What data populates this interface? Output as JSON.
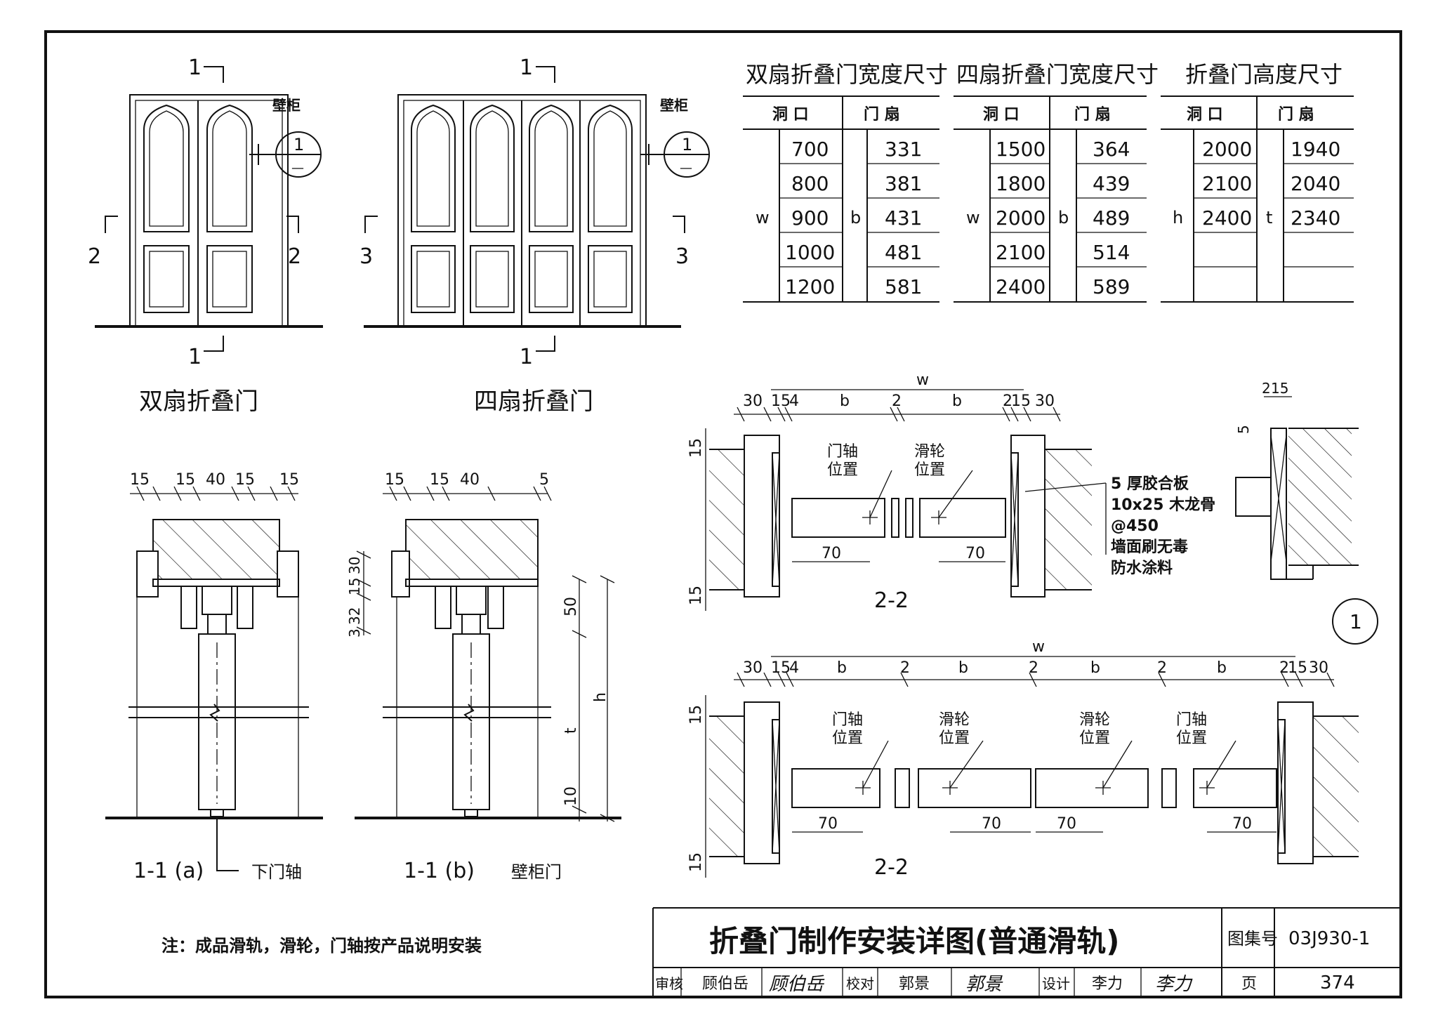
{
  "elevations": {
    "left": {
      "title": "双扇折叠门",
      "cabinet_label": "壁柜",
      "section_mark_top": "1",
      "section_mark_bottom": "1",
      "section_side_left": "2",
      "section_side_right": "2",
      "detail_ref_top": "1",
      "detail_ref_bottom": "—"
    },
    "right": {
      "title": "四扇折叠门",
      "cabinet_label": "壁柜",
      "section_mark_top": "1",
      "section_mark_bottom": "1",
      "section_side_left": "3",
      "section_side_right": "3",
      "detail_ref_top": "1",
      "detail_ref_bottom": "—"
    }
  },
  "tables": [
    {
      "title": "双扇折叠门宽度尺寸",
      "col_a": "洞 口",
      "col_b": "门 扇",
      "sym_a": "w",
      "sym_b": "b",
      "rows": [
        [
          "700",
          "331"
        ],
        [
          "800",
          "381"
        ],
        [
          "900",
          "431"
        ],
        [
          "1000",
          "481"
        ],
        [
          "1200",
          "581"
        ]
      ]
    },
    {
      "title": "四扇折叠门宽度尺寸",
      "col_a": "洞 口",
      "col_b": "门 扇",
      "sym_a": "w",
      "sym_b": "b",
      "rows": [
        [
          "1500",
          "364"
        ],
        [
          "1800",
          "439"
        ],
        [
          "2000",
          "489"
        ],
        [
          "2100",
          "514"
        ],
        [
          "2400",
          "589"
        ]
      ]
    },
    {
      "title": "折叠门高度尺寸",
      "col_a": "洞 口",
      "col_b": "门 扇",
      "sym_a": "h",
      "sym_b": "t",
      "rows": [
        [
          "2000",
          "1940"
        ],
        [
          "2100",
          "2040"
        ],
        [
          "2400",
          "2340"
        ],
        [
          "",
          ""
        ],
        [
          "",
          ""
        ]
      ]
    }
  ],
  "section_a": {
    "caption": "1-1 (a)",
    "pivot_label": "下门轴",
    "dims_top": [
      "15",
      "15",
      "40",
      "15",
      "15"
    ]
  },
  "section_b": {
    "caption": "1-1 (b)",
    "door_label": "壁柜门",
    "dims_top": [
      "15",
      "15",
      "40",
      "5"
    ],
    "dims_side": [
      "30",
      "15",
      "32",
      "3"
    ],
    "dims_right": [
      "50",
      "h",
      "t",
      "10"
    ]
  },
  "plan_two": {
    "caption": "2-2",
    "w": "w",
    "dims": [
      "30",
      "15",
      "4",
      "b",
      "2",
      "b",
      "2",
      "15",
      "30"
    ],
    "side_dims": [
      "15",
      "15"
    ],
    "pivot_label": [
      "门轴",
      "位置"
    ],
    "roller_label": [
      "滑轮",
      "位置"
    ],
    "offsets": [
      "70",
      "70"
    ],
    "notes": [
      "5 厚胶合板",
      "10x25 木龙骨",
      "@450",
      "墙面刷无毒",
      "防水涂料"
    ]
  },
  "plan_four": {
    "caption": "2-2",
    "w": "w",
    "dims": [
      "30",
      "15",
      "4",
      "b",
      "2",
      "b",
      "2",
      "b",
      "2",
      "b",
      "2",
      "15",
      "30"
    ],
    "side_dims": [
      "15",
      "15"
    ],
    "labels": [
      [
        "门轴",
        "位置"
      ],
      [
        "滑轮",
        "位置"
      ],
      [
        "滑轮",
        "位置"
      ],
      [
        "门轴",
        "位置"
      ]
    ],
    "offsets": [
      "70",
      "70",
      "70",
      "70"
    ]
  },
  "section_3": {
    "dims": [
      "2",
      "15",
      "5"
    ]
  },
  "detail_marker": "1",
  "note": "注：成品滑轨，滑轮，门轴按产品说明安装",
  "title_block": {
    "title": "折叠门制作安装详图(普通滑轨)",
    "atlas_label": "图集号",
    "atlas_no": "03J930-1",
    "review_label": "审核",
    "reviewer": "顾伯岳",
    "reviewer_sig": "顾伯岳",
    "check_label": "校对",
    "checker": "郭景",
    "checker_sig": "郭景",
    "design_label": "设计",
    "designer": "李力",
    "designer_sig": "李力",
    "page_label": "页",
    "page_no": "374"
  }
}
